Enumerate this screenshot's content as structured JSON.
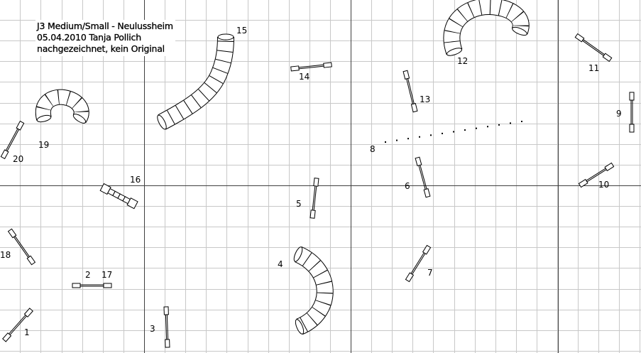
{
  "title": {
    "line1": "J3 Medium/Small - Neulussheim",
    "line2": "05.04.2010 Tanja Pollich",
    "line3": "nachgezeichnet, kein Original"
  },
  "obstacles": {
    "l1": "1",
    "l2": "2",
    "l3": "3",
    "l4": "4",
    "l5": "5",
    "l6": "6",
    "l7": "7",
    "l8": "8",
    "l9": "9",
    "l10": "10",
    "l11": "11",
    "l12": "12",
    "l13": "13",
    "l14": "14",
    "l15": "15",
    "l16": "16",
    "l17": "17",
    "l18": "18",
    "l19": "19",
    "l20": "20"
  },
  "colors": {
    "grid": "#c8c8c8",
    "major_grid": "#404040",
    "ink": "#000000"
  }
}
